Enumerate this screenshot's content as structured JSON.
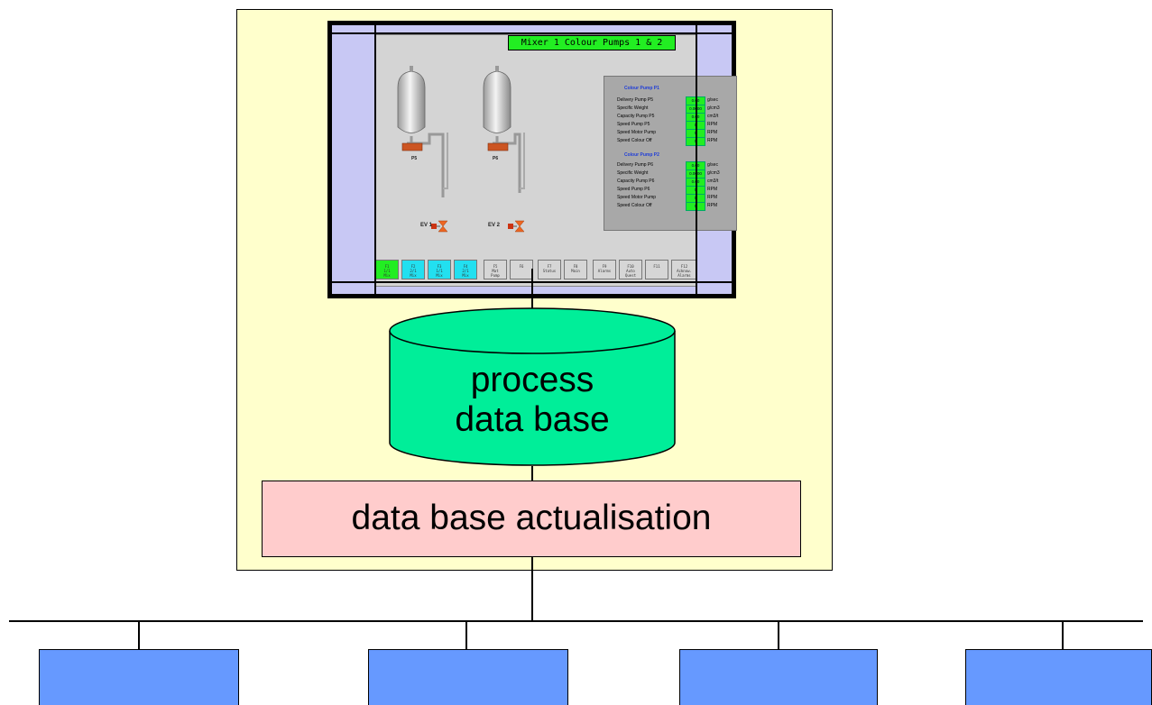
{
  "hmi": {
    "title": "Mixer 1 Colour Pumps 1 & 2",
    "tanks": [
      "P5",
      "P6"
    ],
    "valves": [
      "EV 1",
      "EV 2"
    ],
    "pump1": {
      "title": "Colour Pump P1",
      "rows": [
        {
          "label": "Delivery Pump P5",
          "value": "0.00",
          "unit": "g/sec"
        },
        {
          "label": "Specific Weight",
          "value": "0.0000",
          "unit": "g/cm3"
        },
        {
          "label": "Capacity Pump P5",
          "value": "0.00",
          "unit": "cm3/t"
        },
        {
          "label": "Speed Pump P5",
          "value": "0",
          "unit": "RPM"
        },
        {
          "label": "Speed Motor Pump",
          "value": "0",
          "unit": "RPM"
        },
        {
          "label": "Speed Colour Off",
          "value": "0",
          "unit": "RPM"
        }
      ]
    },
    "pump2": {
      "title": "Colour Pump P2",
      "rows": [
        {
          "label": "Delivery Pump P6",
          "value": "0.00",
          "unit": "g/sec"
        },
        {
          "label": "Specific Weight",
          "value": "0.0000",
          "unit": "g/cm3"
        },
        {
          "label": "Capacity Pump P6",
          "value": "0.00",
          "unit": "cm3/t"
        },
        {
          "label": "Speed Pump P6",
          "value": "0",
          "unit": "RPM"
        },
        {
          "label": "Speed Motor Pump",
          "value": "0",
          "unit": "RPM"
        },
        {
          "label": "Speed Colour Off",
          "value": "0",
          "unit": "RPM"
        }
      ]
    },
    "fkeys": [
      {
        "label": "F1\n1/1\nMix",
        "color": "green"
      },
      {
        "label": "F2\n2/1\nMix",
        "color": "cyan"
      },
      {
        "label": "F3\n1/1\nMix",
        "color": "cyan"
      },
      {
        "label": "F4\n2/1\nMix",
        "color": "cyan"
      },
      {
        "label": "F5\nMat\nPump",
        "color": "grey"
      },
      {
        "label": "F6",
        "color": "grey"
      },
      {
        "label": "F7\nStatus",
        "color": "grey"
      },
      {
        "label": "F8\nMain",
        "color": "grey"
      },
      {
        "label": "F9\nAlarms",
        "color": "grey"
      },
      {
        "label": "F10\nAuto\nQuest",
        "color": "grey"
      },
      {
        "label": "F11",
        "color": "grey"
      },
      {
        "label": "F12\nAcknow.\nAlarms",
        "color": "grey"
      }
    ]
  },
  "database": {
    "line1": "process",
    "line2": "data base",
    "fill": "#00ee99"
  },
  "actualisation": {
    "label": "data base actualisation"
  },
  "colors": {
    "outer_fill": "#ffffcc",
    "actualisation_fill": "#ffcccc",
    "node_fill": "#6699ff"
  }
}
